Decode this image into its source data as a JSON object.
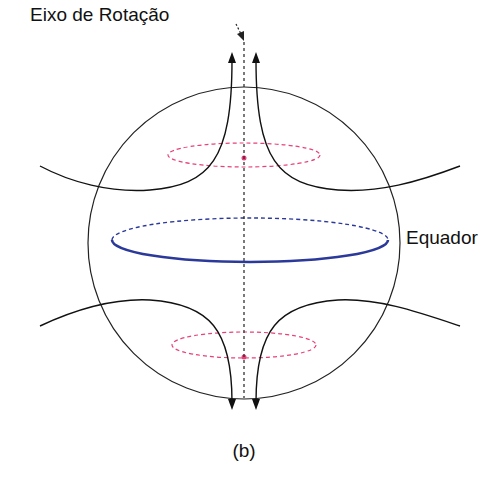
{
  "diagram": {
    "caption": "(b)",
    "labels": [
      "Eixo de Rotação",
      "Equador"
    ]
  }
}
